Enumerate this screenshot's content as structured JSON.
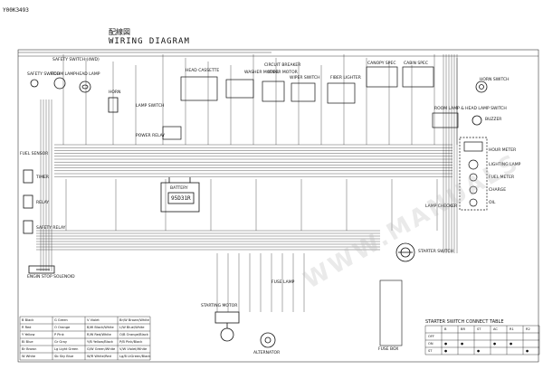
{
  "doc_id": "Y00K3493",
  "title_jp": "配線図",
  "title_en": "WIRING DIAGRAM",
  "watermark": "WWW.MANUALS",
  "colors": {
    "ink": "#111111",
    "paper": "#ffffff",
    "watermark": "#bbbbbb"
  },
  "components": {
    "safety_switch": "SAFETY SWITCH",
    "room_lamp": "ROOM LAMP",
    "head_lamp": "HEAD LAMP",
    "safety_switch_4wd": "SAFETY SWITCH (4WD)",
    "horn": "HORN",
    "lamp_switch": "LAMP SWITCH",
    "power_relay": "POWER RELAY",
    "wiper_motor": "WIPER MOTOR",
    "washer_motor": "WASHER MOTOR",
    "circuit breaker": "CIRCUIT BREAKER",
    "fiber_lighter": "FIBER LIGHTER",
    "canopy_spec": "CANOPY SPEC",
    "cabin_spec": "CABIN SPEC",
    "horn_switch": "HORN SWITCH",
    "room_lamp_head_lamp_switch": "ROOM LAMP & HEAD LAMP SWITCH",
    "buzzer": "BUZZER",
    "hour_meter": "HOUR METER",
    "lighting_lamp": "LIGHTING LAMP",
    "fuel_meter": "FUEL METER",
    "charge": "CHARGE",
    "oil": "OIL",
    "fuel_sensor": "FUEL SENSOR",
    "timer": "TIMER",
    "relay": "RELAY",
    "safety_relay": "SAFETY RELAY",
    "battery": "BATTERY",
    "battery_model": "95D31R",
    "lamp_checker": "LAMP CHECKER",
    "starter_switch": "STARTER SWITCH",
    "engine_stop_solenoid": "ENGIN STOP SOLENOID",
    "starting_motor": "STARTING MOTOR",
    "alternator": "ALTERNATOR",
    "fuse_box": "FUSE BOX",
    "starter_switch_connect_table": "STARTER SWITCH CONNECT TABLE",
    "wiper_switch": "WIPER SWITCH",
    "fuse_lamp": "FUSE LAMP",
    "head_cassette": "HEAD CASSETTE"
  },
  "connect_table": {
    "headers": [
      "",
      "B",
      "BR",
      "ST",
      "AC",
      "R1",
      "R2"
    ],
    "rows": [
      [
        "OFF",
        "",
        "",
        "",
        "",
        "",
        ""
      ],
      [
        "ON",
        "●",
        "●",
        "",
        "●",
        "●",
        ""
      ],
      [
        "ST",
        "●",
        "",
        "●",
        "",
        "",
        "●"
      ]
    ]
  },
  "color_legend": [
    [
      "B",
      "Black"
    ],
    [
      "R",
      "Red"
    ],
    [
      "Y",
      "Yellow"
    ],
    [
      "Bl",
      "Blue"
    ],
    [
      "Br",
      "Brown"
    ],
    [
      "W",
      "White"
    ],
    [
      "G",
      "Green"
    ],
    [
      "O",
      "Orange"
    ],
    [
      "P",
      "Pink"
    ],
    [
      "Gr",
      "Gray"
    ],
    [
      "Lg",
      "Light Green"
    ],
    [
      "Sb",
      "Sky Blue"
    ],
    [
      "V",
      "Violet"
    ],
    [
      "B/W",
      "Black/White"
    ],
    [
      "R/W",
      "Red/White"
    ],
    [
      "Y/B",
      "Yellow/Black"
    ],
    [
      "G/W",
      "Green/White"
    ],
    [
      "W/R",
      "White/Red"
    ],
    [
      "Br/W",
      "Brown/White"
    ],
    [
      "L/W",
      "Blue/White"
    ],
    [
      "O/B",
      "Orange/Black"
    ],
    [
      "P/B",
      "Pink/Black"
    ],
    [
      "V/W",
      "Violet/White"
    ],
    [
      "Lg/B",
      "LtGreen/Black"
    ]
  ]
}
